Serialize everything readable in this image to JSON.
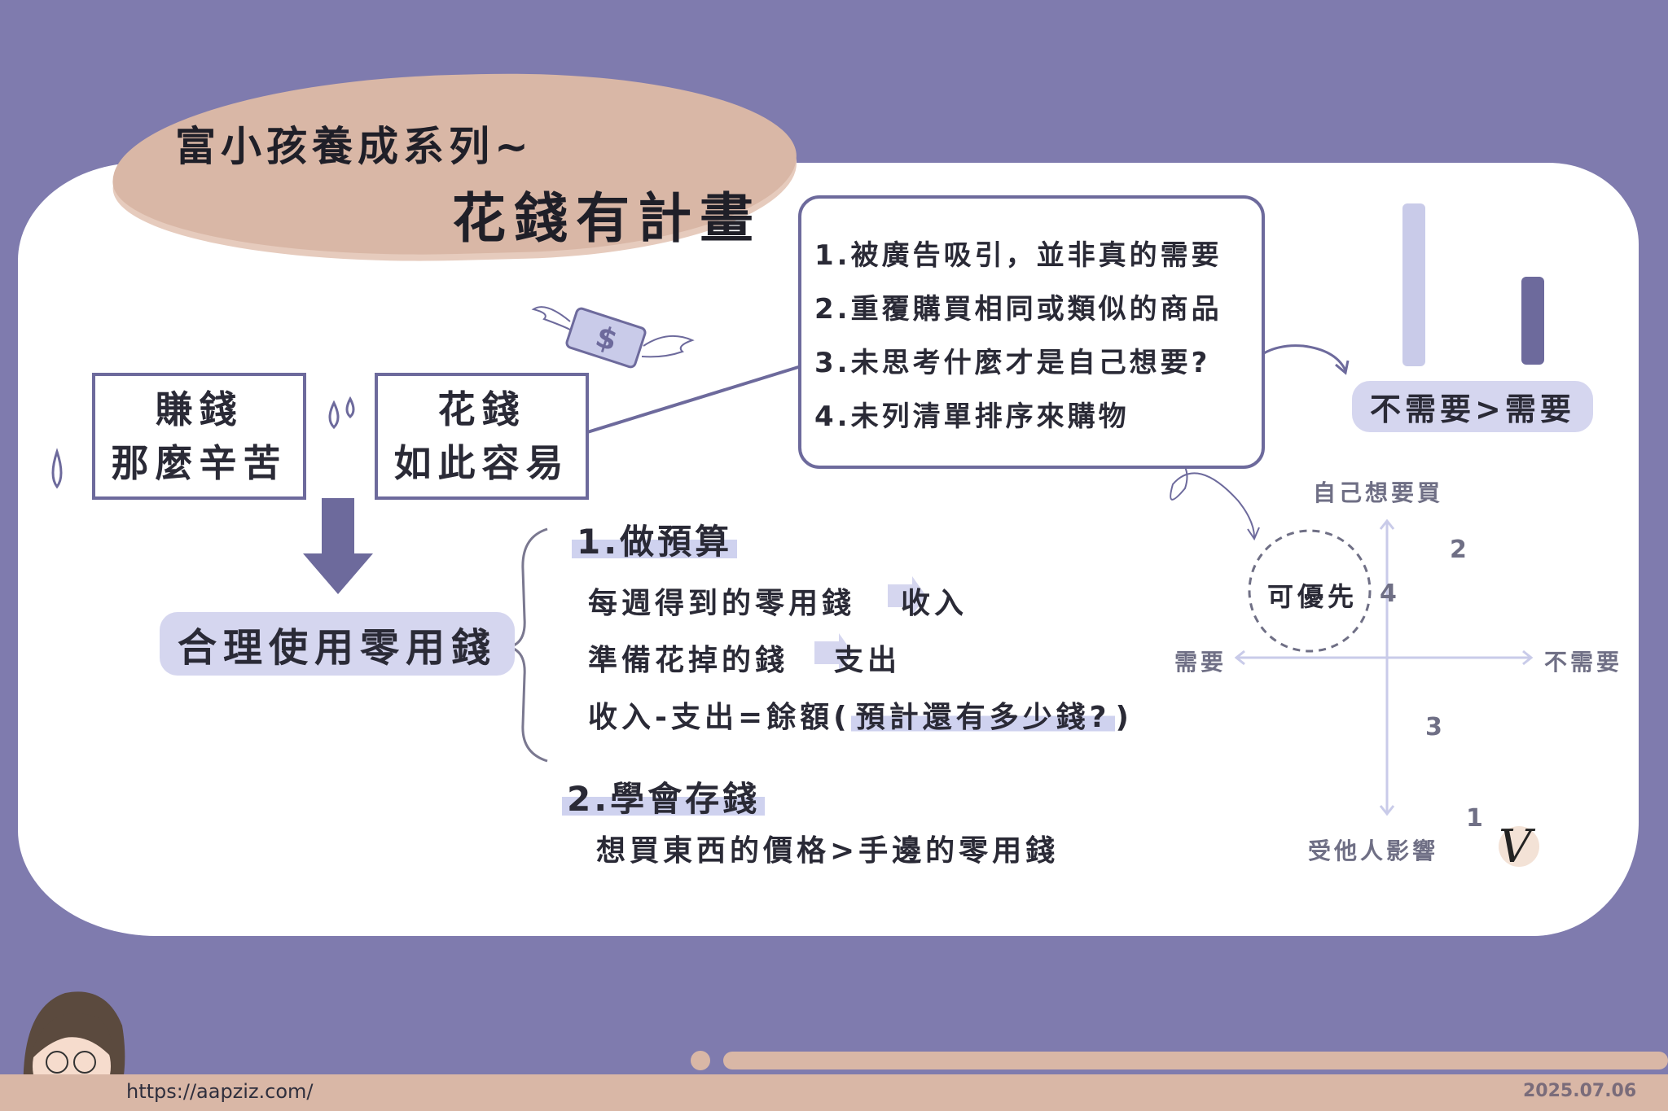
{
  "title": {
    "line1": "富小孩養成系列~",
    "line2": "花錢有計畫"
  },
  "boxes": {
    "earn": {
      "line1": "賺錢",
      "line2": "那麼辛苦"
    },
    "spend": {
      "line1": "花錢",
      "line2": "如此容易"
    }
  },
  "money_tag": "$",
  "reasons": [
    "1.被廣告吸引，並非真的需要",
    "2.重覆購買相同或類似的商品",
    "3.未思考什麼才是自己想要?",
    "4.未列清單排序來購物"
  ],
  "bars_label": "不需要>需要",
  "use_money": "合理使用零用錢",
  "plan": {
    "budget_heading": "1.做預算",
    "income_line": {
      "left": "每週得到的零用錢",
      "right": "收入"
    },
    "expense_line": {
      "left": "準備花掉的錢",
      "right": "支出"
    },
    "balance_line": {
      "prefix": "收入-支出=餘額(",
      "highlight": "預計還有多少錢?",
      "suffix": ")"
    },
    "save_heading": "2.學會存錢",
    "save_line": "想買東西的價格>手邊的零用錢"
  },
  "matrix": {
    "top": "自己想要買",
    "bottom": "受他人影響",
    "left": "需要",
    "right": "不需要",
    "priority": "可優先",
    "q1": "1",
    "q2": "2",
    "q3": "3",
    "q4": "4"
  },
  "colors": {
    "background": "#7f7bae",
    "accent": "#d9b7a6",
    "line": "#6d6a9c",
    "highlight": "#d5d6ef"
  },
  "footer": {
    "url": "https://aapziz.com/",
    "date": "2025.07.06"
  },
  "signature": "V"
}
